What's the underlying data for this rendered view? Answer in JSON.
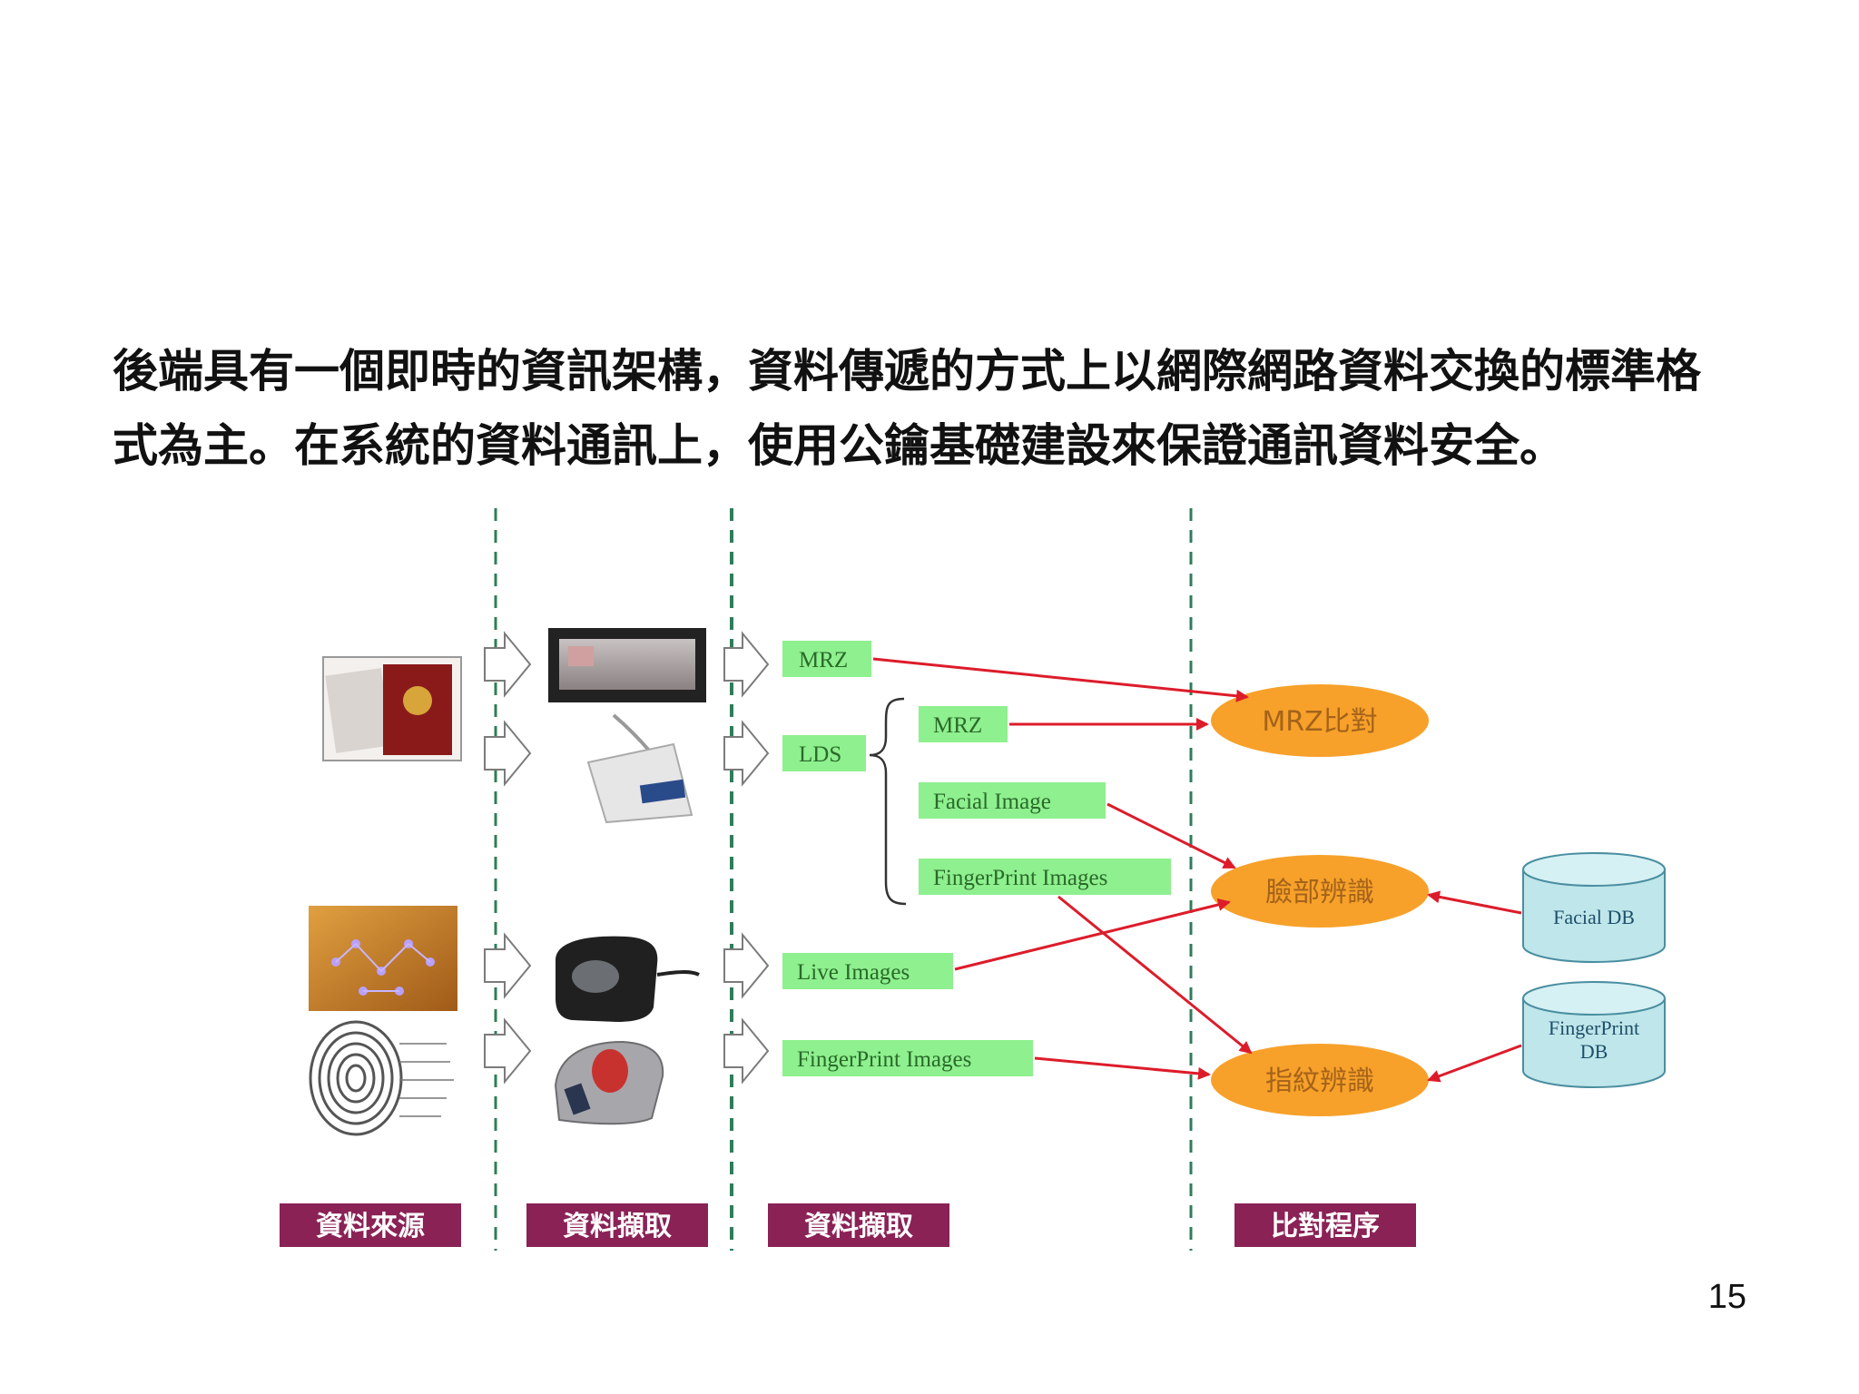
{
  "paragraph": {
    "line1": "後端具有一個即時的資訊架構，資料傳遞的方式上以網際網路資料交換的標準格",
    "line2": "式為主。在系統的資料通訊上，使用公鑰基礎建設來保證通訊資料安全。"
  },
  "page_number": "15",
  "diagram": {
    "data_items": {
      "mrz_top": "MRZ",
      "lds": "LDS",
      "mrz_sub": "MRZ",
      "facial_image": "Facial Image",
      "fingerprint_images_chip": "FingerPrint Images",
      "live_images": "Live Images",
      "fingerprint_images": "FingerPrint Images"
    },
    "processes": {
      "mrz_compare": "MRZ比對",
      "face_recognition": "臉部辨識",
      "fingerprint_recognition": "指紋辨識"
    },
    "databases": {
      "facial_db": "Facial DB",
      "fingerprint_db_line1": "FingerPrint",
      "fingerprint_db_line2": "DB"
    },
    "stage_labels": {
      "source": "資料來源",
      "capture1": "資料擷取",
      "capture2": "資料擷取",
      "compare": "比對程序"
    },
    "colors": {
      "data_box": "#8ef08e",
      "process_ellipse": "#f7a12a",
      "database": "#bfe6ea",
      "stage_label": "#8a2256",
      "arrow": "#dd1c2a"
    }
  }
}
